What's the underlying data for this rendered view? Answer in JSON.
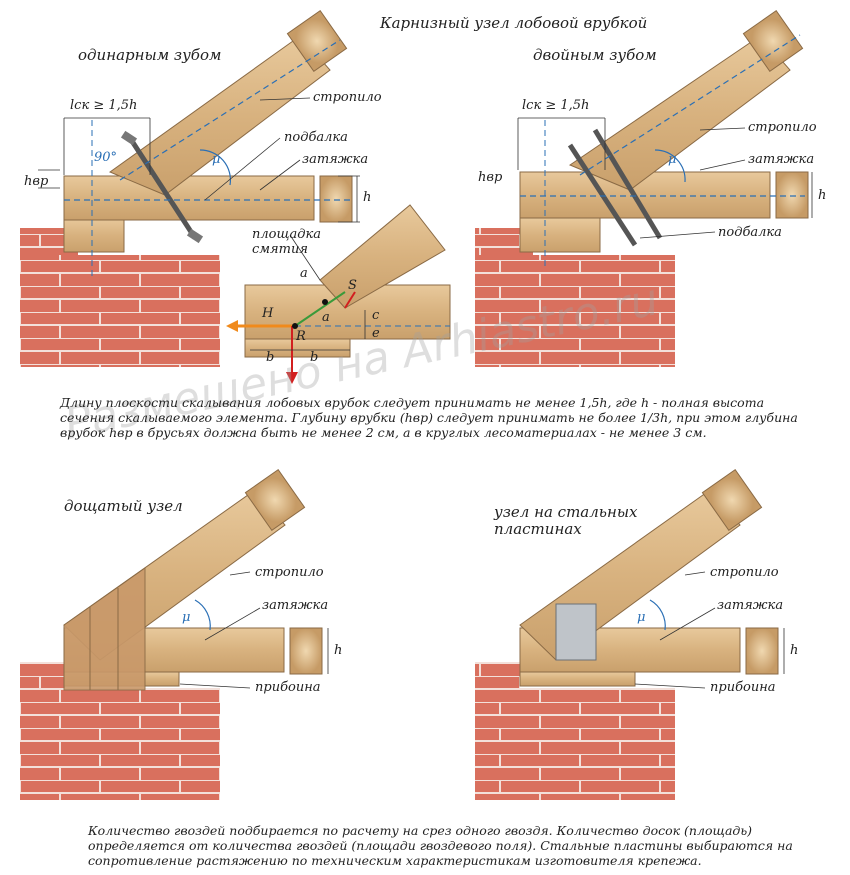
{
  "title": "Карнизный узел лобовой врубкой",
  "sections": {
    "single": "одинарным зубом",
    "double": "двойным зубом",
    "board": "дощатый узел",
    "steel_line1": "узел на стальных",
    "steel_line2": "пластинах"
  },
  "labels": {
    "rafter": "стропило",
    "sub_beam": "подбалка",
    "tie": "затяжка",
    "crush_line1": "площадка",
    "crush_line2": "смятия",
    "strip": "прибоина",
    "lsk": "lск ≥ 1,5h",
    "hvr": "hвр",
    "h": "h",
    "mu": "μ",
    "deg90": "90°",
    "a": "a",
    "S": "S",
    "H": "H",
    "R": "R",
    "c": "c",
    "e": "e",
    "b": "b"
  },
  "notes": {
    "top": "Длину плоскости скалывания лобовых врубок следует принимать не менее 1,5h, где h - полная высота сечения скалываемого элемента. Глубину врубки (hвр) следует принимать не более 1/3h, при этом глубина врубок hвр в брусьях должна быть не менее 2 см, а в круглых лесоматериалах - не менее 3 см.",
    "bottom": "Количество гвоздей подбирается по расчету на срез одного гвоздя. Количество досок (площадь) определяется от количества гвоздей (площади гвоздевого поля). Стальные пластины выбираются на сопротивление растяжению по техническим характеристикам изготовителя крепежа."
  },
  "watermark": "Размещено на Arhiastro.ru",
  "colors": {
    "wood": "#dcb98a",
    "wood_dark": "#b98f5c",
    "brick": "#d9705e",
    "mortar": "#f3e0da",
    "blue": "#2a6fb5",
    "orange": "#f08a1c",
    "green": "#3a9a3a",
    "red": "#d21f1f"
  }
}
